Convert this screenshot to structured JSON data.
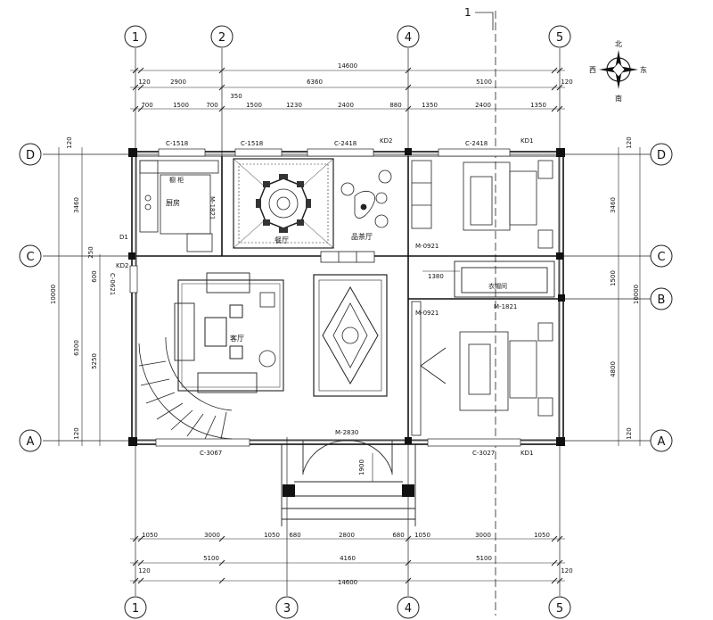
{
  "axes": {
    "top": [
      "1",
      "2",
      "4",
      "5"
    ],
    "bottom": [
      "1",
      "3",
      "4",
      "5"
    ],
    "left": [
      "D",
      "C",
      "A"
    ],
    "right": [
      "D",
      "C",
      "B",
      "A"
    ]
  },
  "section_mark": "1",
  "compass": {
    "north": "北",
    "south": "南",
    "east": "东",
    "west": "西"
  },
  "dims": {
    "top_total": "14600",
    "top_mid": [
      "120",
      "2900",
      "6360",
      "5100",
      "120"
    ],
    "top_detail": [
      "700",
      "1500",
      "700",
      "350",
      "1500",
      "1230",
      "2400",
      "880",
      "1350",
      "2400",
      "1350"
    ],
    "bottom_detail": [
      "1050",
      "3000",
      "1050",
      "680",
      "2800",
      "680",
      "1050",
      "3000",
      "1050"
    ],
    "bottom_mid": [
      "120",
      "5100",
      "4160",
      "5100",
      "120"
    ],
    "bottom_total": "14600",
    "left": [
      "120",
      "3460",
      "250",
      "600",
      "6300",
      "5250",
      "120",
      "10000"
    ],
    "right": [
      "120",
      "3460",
      "1500",
      "4800",
      "120",
      "10000"
    ],
    "inner": [
      "1380",
      "1900"
    ]
  },
  "rooms": {
    "kitchen": "厨房",
    "kitchen_sub": "橱 柜",
    "dining": "餐厅",
    "tea": "品茶厅",
    "living": "客厅",
    "cloakroom": "衣帽间"
  },
  "openings": {
    "c1518a": "C-1518",
    "c1518b": "C-1518",
    "c2418a": "C-2418",
    "kd2a": "KD2",
    "c2418b": "C-2418",
    "kd1a": "KD1",
    "m1821a": "M-1821",
    "d1": "D1",
    "kd2b": "KD2",
    "c0621": "C-0621",
    "m0921a": "M-0921",
    "m0921b": "M-0921",
    "m1821b": "M-1821",
    "m2830": "M-2830",
    "c3067": "C-3067",
    "c3027": "C-3027",
    "kd1b": "KD1"
  }
}
